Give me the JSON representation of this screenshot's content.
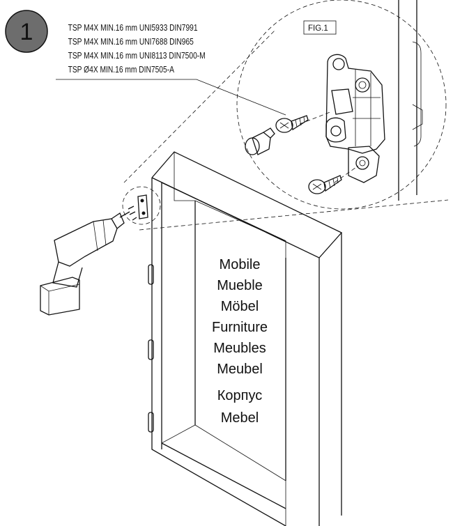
{
  "step": {
    "number": "1"
  },
  "specs": [
    "TSP M4X MIN.16 mm UNI5933 DIN7991",
    "TSP M4X MIN.16 mm UNI7688 DIN965",
    "TSP M4X MIN.16 mm UNI8113 DIN7500-M",
    "TSP Ø4X MIN.16 mm DIN7505-A"
  ],
  "figure_label": "FIG.1",
  "furniture_names": [
    "Mobile",
    "Mueble",
    "Möbel",
    "Furniture",
    "Meubles",
    "Meubel",
    "Корпус",
    "Mebel"
  ],
  "colors": {
    "step_circle": "#6d6d6d",
    "line": "#111111",
    "background": "#ffffff"
  }
}
